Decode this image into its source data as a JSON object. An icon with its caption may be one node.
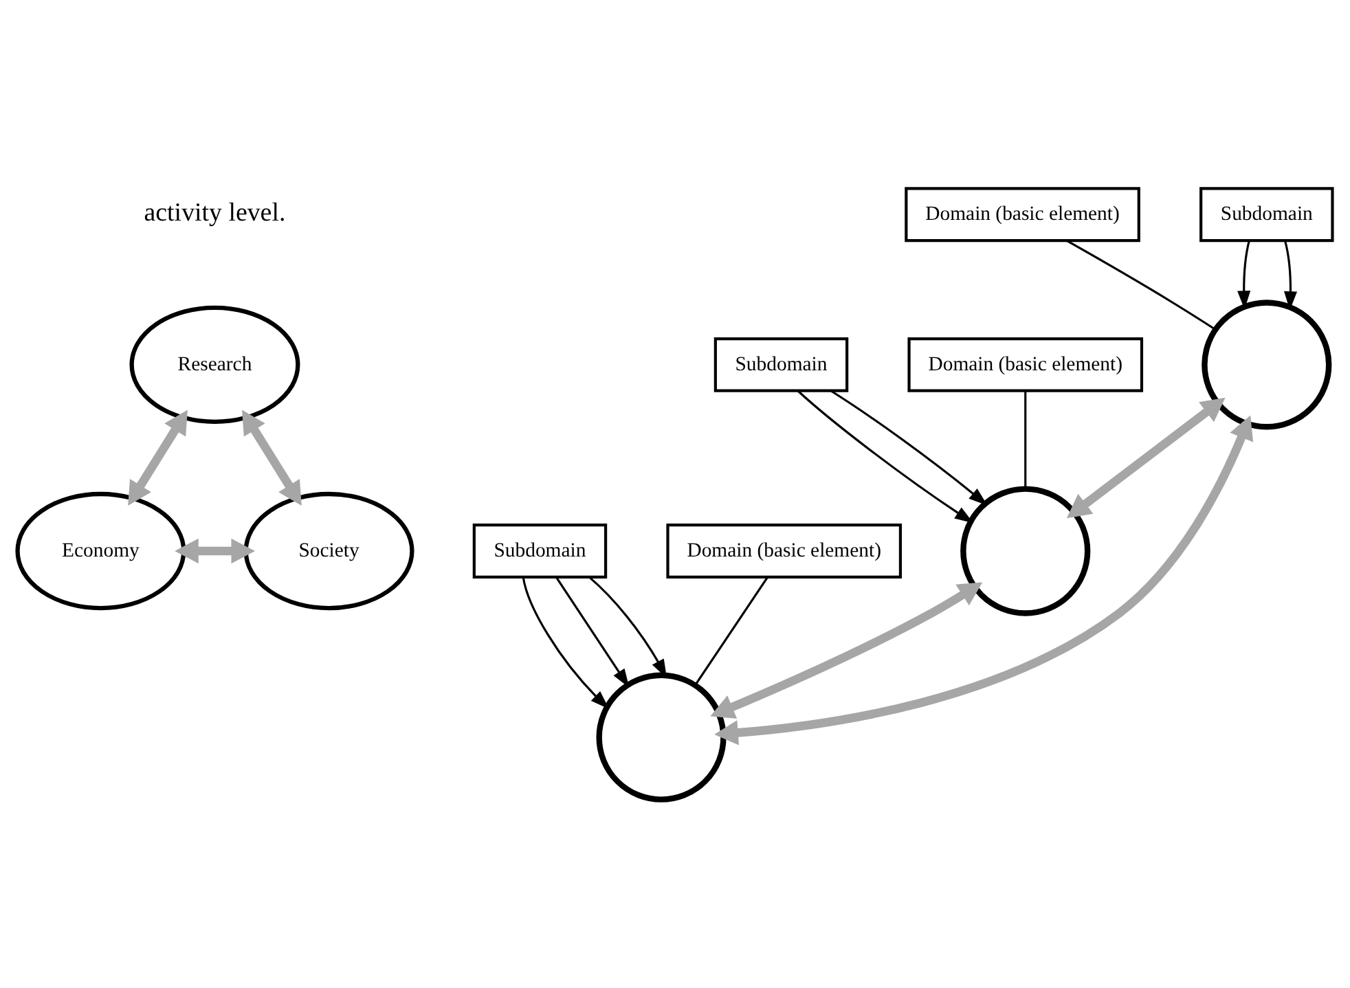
{
  "diagram": {
    "nodes": [
      {
        "text": [
          "Research"
        ]
      },
      {
        "text": [
          "Economy"
        ]
      },
      {
        "text": [
          "Society"
        ]
      },
      {
        "text": [],
        "shape": "circle"
      },
      {
        "text": [],
        "shape": "circle"
      },
      {
        "text": [],
        "shape": "circle"
      },
      {
        "text": [
          "Domain (basic element)"
        ]
      },
      {
        "text": [
          "Subdomain"
        ]
      },
      {
        "text": [
          "Domain (basic element)"
        ]
      },
      {
        "text": [
          "Subdomain"
        ]
      },
      {
        "text": [
          "Subdomain"
        ]
      },
      {
        "text": [
          "Domain (basic element)"
        ]
      }
    ],
    "edges": [
      {
        "from": 0,
        "to": 1,
        "arrow": "both",
        "style": "thick",
        "color": "#a6a6a6"
      },
      {
        "from": 0,
        "to": 2,
        "arrow": "both",
        "style": "thick",
        "color": "#a6a6a6"
      },
      {
        "from": 1,
        "to": 2,
        "arrow": "both",
        "style": "thick",
        "color": "#a6a6a6"
      },
      {
        "from": 3,
        "to": 4,
        "arrow": "both",
        "style": "thick",
        "color": "#a6a6a6"
      },
      {
        "from": 3,
        "to": 5,
        "arrow": "both",
        "style": "thick",
        "color": "#a6a6a6"
      },
      {
        "from": 4,
        "to": 5,
        "arrow": "both",
        "style": "thick",
        "color": "#a6a6a6"
      },
      {
        "from": 6,
        "to": 3,
        "arrow": "none"
      },
      {
        "from": 9,
        "to": 3,
        "arrow": "to"
      },
      {
        "from": 9,
        "to": 3,
        "arrow": "to"
      },
      {
        "from": 7,
        "to": 4,
        "arrow": "to"
      },
      {
        "from": 7,
        "to": 4,
        "arrow": "to"
      },
      {
        "from": 8,
        "to": 4,
        "arrow": "none"
      },
      {
        "from": 10,
        "to": 5,
        "arrow": "to"
      },
      {
        "from": 10,
        "to": 5,
        "arrow": "to"
      },
      {
        "from": 10,
        "to": 5,
        "arrow": "to"
      },
      {
        "from": 11,
        "to": 5,
        "arrow": "none"
      }
    ],
    "labels": [
      "activity level."
    ]
  }
}
